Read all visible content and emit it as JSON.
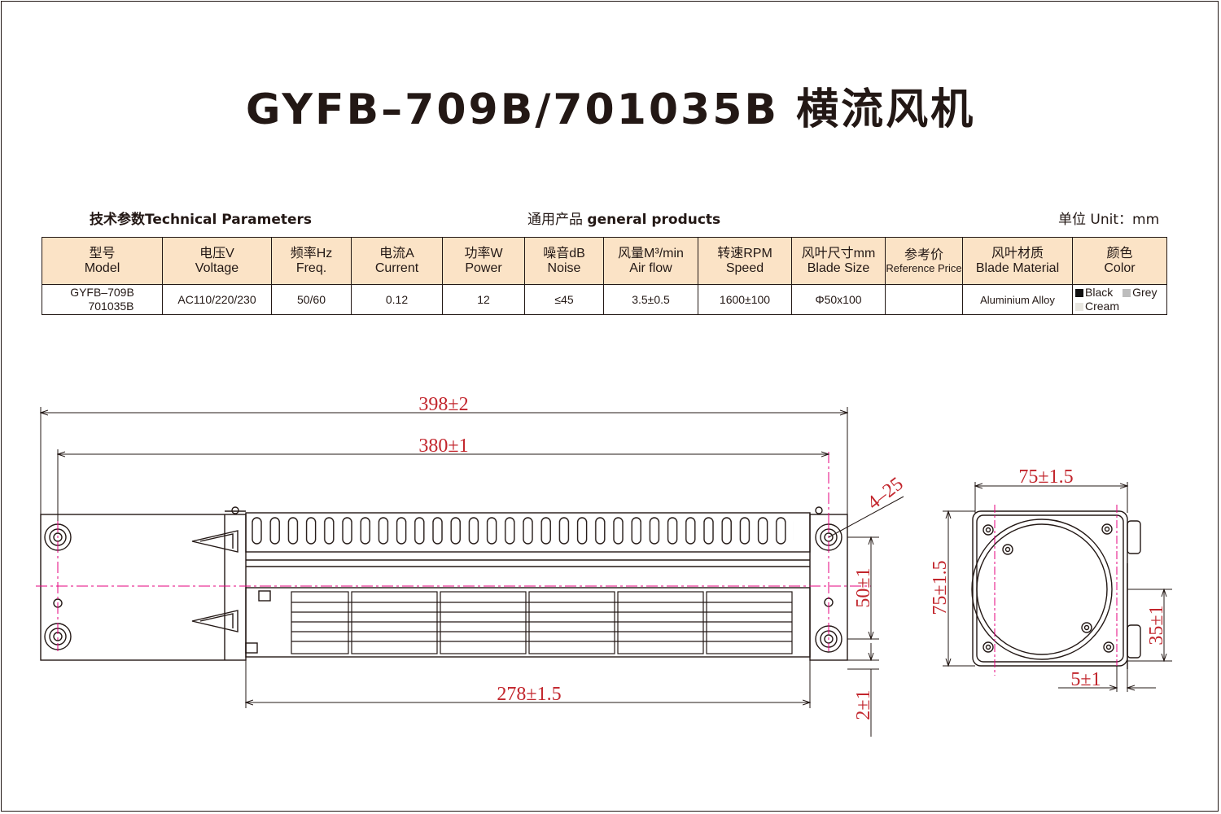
{
  "title": "GYFB–709B/701035B 横流风机",
  "header": {
    "tech_cn": "技术参数",
    "tech_en": "Technical Parameters",
    "general_cn": "通用产品",
    "general_en": "general products",
    "unit_cn": "单位",
    "unit_en": "Unit：mm"
  },
  "table": {
    "columns": [
      {
        "cn": "型号",
        "en": "Model"
      },
      {
        "cn": "电压V",
        "en": "Voltage"
      },
      {
        "cn": "频率Hz",
        "en": "Freq."
      },
      {
        "cn": "电流A",
        "en": "Current"
      },
      {
        "cn": "功率W",
        "en": "Power"
      },
      {
        "cn": "噪音dB",
        "en": "Noise"
      },
      {
        "cn": "风量M³/min",
        "en": "Air flow"
      },
      {
        "cn": "转速RPM",
        "en": "Speed"
      },
      {
        "cn": "风叶尺寸mm",
        "en": "Blade Size"
      },
      {
        "cn": "参考价",
        "en": "Reference Price"
      },
      {
        "cn": "风叶材质",
        "en": "Blade Material"
      },
      {
        "cn": "颜色",
        "en": "Color"
      }
    ],
    "row": {
      "model_line1": "GYFB–709B",
      "model_line2": "701035B",
      "voltage": "AC110/220/230",
      "freq": "50/60",
      "current": "0.12",
      "power": "12",
      "noise": "≤45",
      "airflow": "3.5±0.5",
      "speed": "1600±100",
      "blade_size": "Φ50x100",
      "price": "",
      "material": "Aluminium Alloy",
      "colors": [
        {
          "name": "Black",
          "hex": "#111111"
        },
        {
          "name": "Grey",
          "hex": "#bdbdbd"
        },
        {
          "name": "Cream",
          "hex": "#e8e6e0"
        }
      ]
    }
  },
  "dimensions": {
    "overall_length": "398±2",
    "hole_spacing": "380±1",
    "fan_length": "278±1.5",
    "height": "50±1",
    "bottom_gap": "2±1",
    "holes": "4–25",
    "side_width": "75±1.5",
    "side_height": "75±1.5",
    "side_offset": "35±1",
    "side_gap": "5±1"
  },
  "colors": {
    "line": "#231815",
    "dimension": "#c2252c",
    "center": "#e6007e",
    "header_bg": "#fbe3c6"
  }
}
